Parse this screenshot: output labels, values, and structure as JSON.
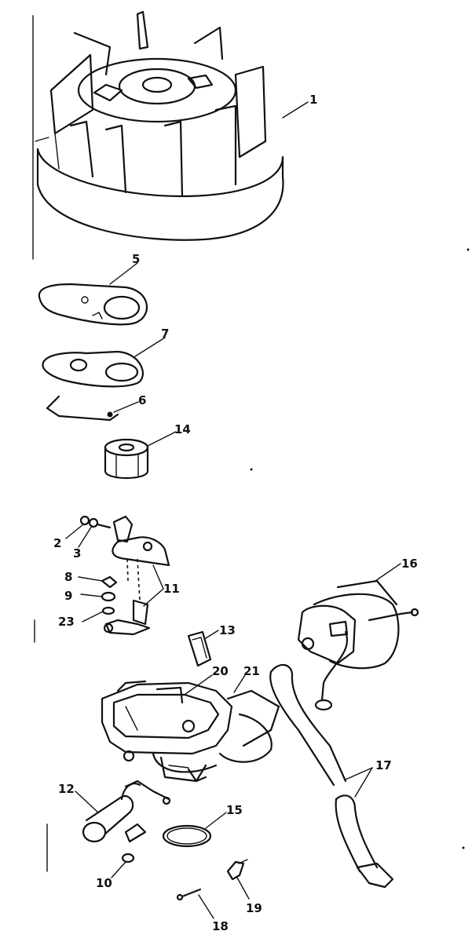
{
  "diagram": {
    "callouts": [
      {
        "id": "c1",
        "label": "1"
      },
      {
        "id": "c5",
        "label": "5"
      },
      {
        "id": "c7",
        "label": "7"
      },
      {
        "id": "c6",
        "label": "6"
      },
      {
        "id": "c14",
        "label": "14"
      },
      {
        "id": "c2",
        "label": "2"
      },
      {
        "id": "c3",
        "label": "3"
      },
      {
        "id": "c8",
        "label": "8"
      },
      {
        "id": "c9",
        "label": "9"
      },
      {
        "id": "c23",
        "label": "23"
      },
      {
        "id": "c11",
        "label": "11"
      },
      {
        "id": "c16",
        "label": "16"
      },
      {
        "id": "c13",
        "label": "13"
      },
      {
        "id": "c20",
        "label": "20"
      },
      {
        "id": "c21",
        "label": "21"
      },
      {
        "id": "c17",
        "label": "17"
      },
      {
        "id": "c12",
        "label": "12"
      },
      {
        "id": "c15",
        "label": "15"
      },
      {
        "id": "c10",
        "label": "10"
      },
      {
        "id": "c19",
        "label": "19"
      },
      {
        "id": "c18",
        "label": "18"
      }
    ]
  }
}
